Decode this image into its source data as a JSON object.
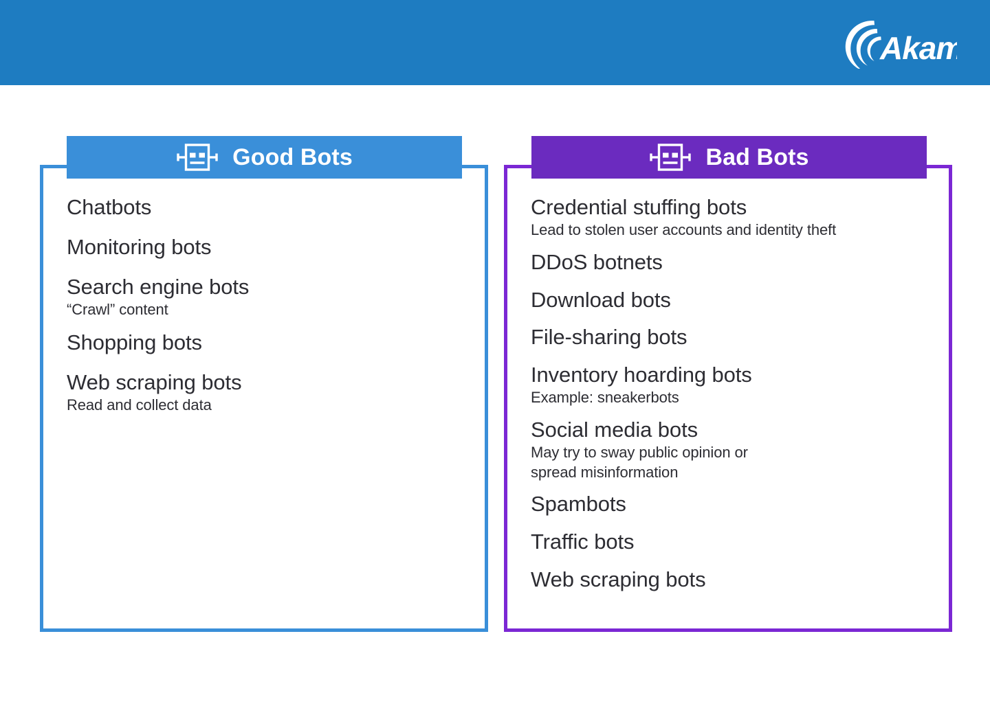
{
  "banner": {
    "background_color": "#1e7cc1",
    "logo_name": "Akamai",
    "logo_text": "Akamai"
  },
  "panels": [
    {
      "id": "good",
      "header_label": "Good Bots",
      "icon": "robot-face-icon",
      "header_color": "#3a8fd9",
      "border_color": "#3a8fd9",
      "items": [
        {
          "title": "Chatbots",
          "sub": ""
        },
        {
          "title": "Monitoring bots",
          "sub": ""
        },
        {
          "title": "Search engine bots",
          "sub": "“Crawl” content"
        },
        {
          "title": "Shopping bots",
          "sub": ""
        },
        {
          "title": "Web scraping bots",
          "sub": "Read and collect data"
        }
      ]
    },
    {
      "id": "bad",
      "header_label": "Bad Bots",
      "icon": "robot-face-icon",
      "header_color": "#6b2bbf",
      "border_color": "#7b27d4",
      "items": [
        {
          "title": "Credential stuffing bots",
          "sub": "Lead to stolen user accounts and identity theft"
        },
        {
          "title": "DDoS botnets",
          "sub": ""
        },
        {
          "title": "Download bots",
          "sub": ""
        },
        {
          "title": "File-sharing bots",
          "sub": ""
        },
        {
          "title": "Inventory hoarding bots",
          "sub": "Example: sneakerbots"
        },
        {
          "title": "Social media bots",
          "sub": "May try to sway public opinion or\nspread misinformation"
        },
        {
          "title": "Spambots",
          "sub": ""
        },
        {
          "title": "Traffic bots",
          "sub": ""
        },
        {
          "title": "Web scraping bots",
          "sub": ""
        }
      ]
    }
  ],
  "colors": {
    "banner_blue": "#1e7cc1",
    "good_blue": "#3a8fd9",
    "bad_purple": "#6b2bbf",
    "bad_purple_border": "#7b27d4",
    "text_dark": "#2d2d33",
    "page_background": "#ffffff"
  }
}
